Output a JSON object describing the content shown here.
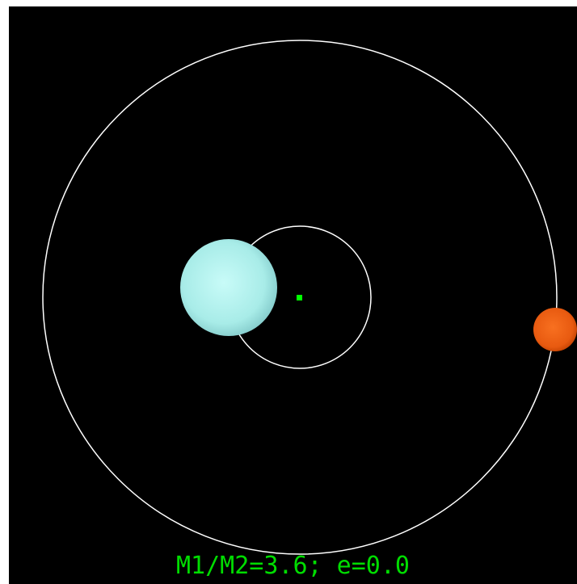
{
  "simulation": {
    "label": "M1/M2=3.6; e=0.0",
    "mass_ratio": 3.6,
    "eccentricity": 0.0
  },
  "colors": {
    "background": "#000000",
    "orbit": "#ffffff",
    "label": "#00dd00",
    "center_of_mass": "#00ff00",
    "star1_base": "#b8f4f0",
    "star1_shadow": "#80c8c8",
    "star2_base": "#f06010",
    "star2_shadow": "#c84000"
  }
}
